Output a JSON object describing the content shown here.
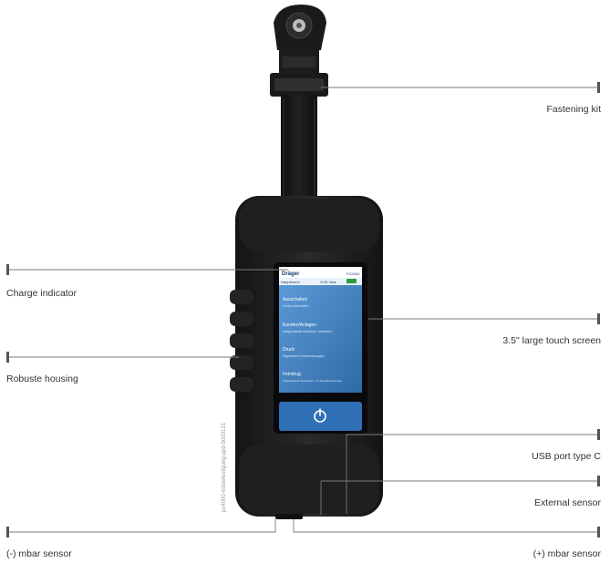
{
  "brand": "Dräger",
  "screen": {
    "model": "FG4000",
    "status_title": "Hauptmenü",
    "status_time": "14:51 mbar",
    "menu": [
      {
        "title": "Ausschalten",
        "subtitle": "Gerät ausschalten"
      },
      {
        "title": "Kunden/Anlagen",
        "subtitle": "Anlagendetails auswählen, bearbeiten"
      },
      {
        "title": "Druck",
        "subtitle": "Allgemeine Druckmessungen"
      },
      {
        "title": "Feindrug",
        "subtitle": "Zugangsdruck bearbeiten, zur Auswahlmethoden"
      }
    ]
  },
  "callouts": {
    "fastening_kit": "Fastening kit",
    "charge_indicator": "Charge indicator",
    "touch_screen": "3.5\" large touch screen",
    "robuste_housing": "Robuste housing",
    "usb_port": "USB port type C",
    "external_sensor": "External sensor",
    "minus_sensor": "(-) mbar sensor",
    "plus_sensor": "(+) mbar sensor"
  },
  "credit": "px4000-mitbefestigung-ppd-5003121",
  "colors": {
    "device_body": "#1c1c1e",
    "screen_blue": "#3d7fc1",
    "power_bar": "#2f6fb5",
    "leader_line": "#7a7a7a",
    "tick_mark": "#555555"
  },
  "icons": [
    "power-icon",
    "battery-icon"
  ]
}
